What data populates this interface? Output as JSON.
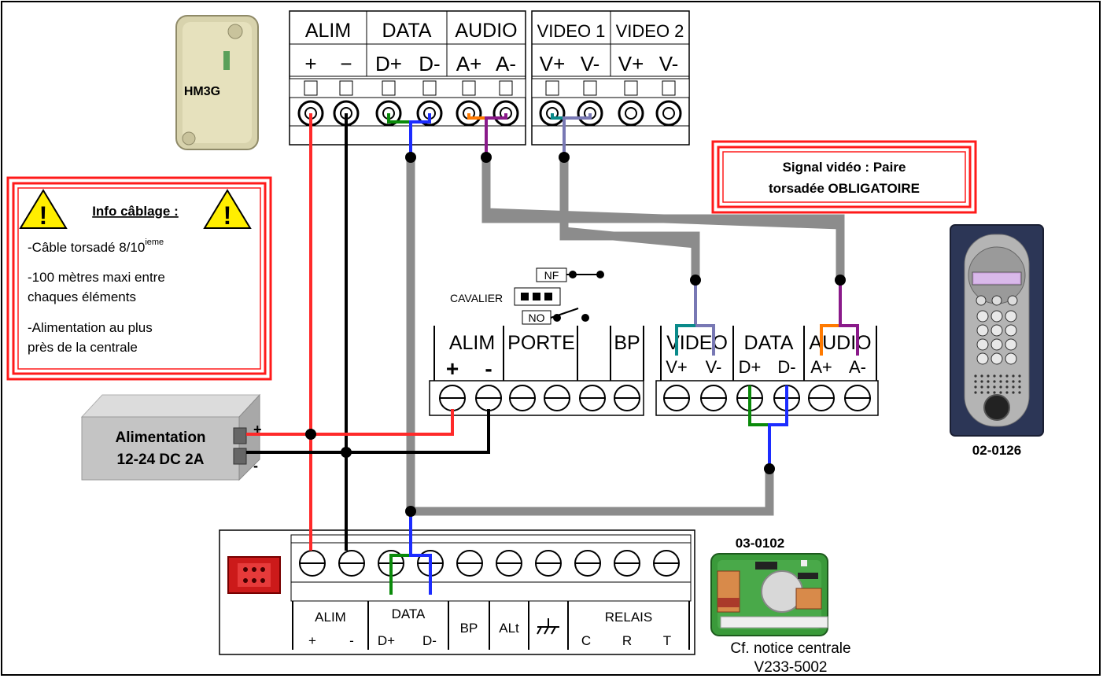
{
  "hm3g": {
    "label": "HM3G"
  },
  "top_block": {
    "groups": [
      "ALIM",
      "DATA",
      "AUDIO",
      "VIDEO 1",
      "VIDEO 2"
    ],
    "terms": [
      "+",
      "−",
      "D+",
      "D-",
      "A+",
      "A-",
      "V+",
      "V-",
      "V+",
      "V-"
    ]
  },
  "video_note": {
    "line1": "Signal vidéo : Paire",
    "line2": "torsadée OBLIGATOIRE"
  },
  "info": {
    "title": "Info câblage :",
    "line1": "-Câble torsadé 8/10",
    "line1_sup": "ieme",
    "line2a": "-100 mètres maxi entre",
    "line2b": "chaques éléments",
    "line3a": "-Alimentation au plus",
    "line3b": "près de la centrale"
  },
  "psu": {
    "line1": "Alimentation",
    "line2": "12-24 DC 2A",
    "plus": "+",
    "minus": "-"
  },
  "jumper": {
    "label": "CAVALIER",
    "nf": "NF",
    "no": "NO"
  },
  "mid_left": {
    "alim": "ALIM",
    "porte": "PORTE",
    "bp": "BP",
    "plus": "+",
    "minus": "-"
  },
  "mid_right": {
    "video": "VIDEO",
    "data": "DATA",
    "audio": "AUDIO",
    "terms": [
      "V+",
      "V-",
      "D+",
      "D-",
      "A+",
      "A-"
    ]
  },
  "panel": {
    "label": "02-0126"
  },
  "central": {
    "label": "03-0102",
    "note1": "Cf. notice centrale",
    "note2": "V233-5002"
  },
  "bottom": {
    "alim": "ALIM",
    "data": "DATA",
    "bp": "BP",
    "alt": "ALt",
    "relais": "RELAIS",
    "terms": [
      "+",
      "-",
      "D+",
      "D-",
      "C",
      "R",
      "T"
    ]
  },
  "colors": {
    "red": "#ff2a2a",
    "black": "#000000",
    "blue": "#1c2cff",
    "green": "#0a8a0a",
    "orange": "#ff7a00",
    "purple": "#8a1a8a",
    "teal": "#0a8a8a",
    "lavender": "#7878b4",
    "gray": "#8c8c8c"
  }
}
